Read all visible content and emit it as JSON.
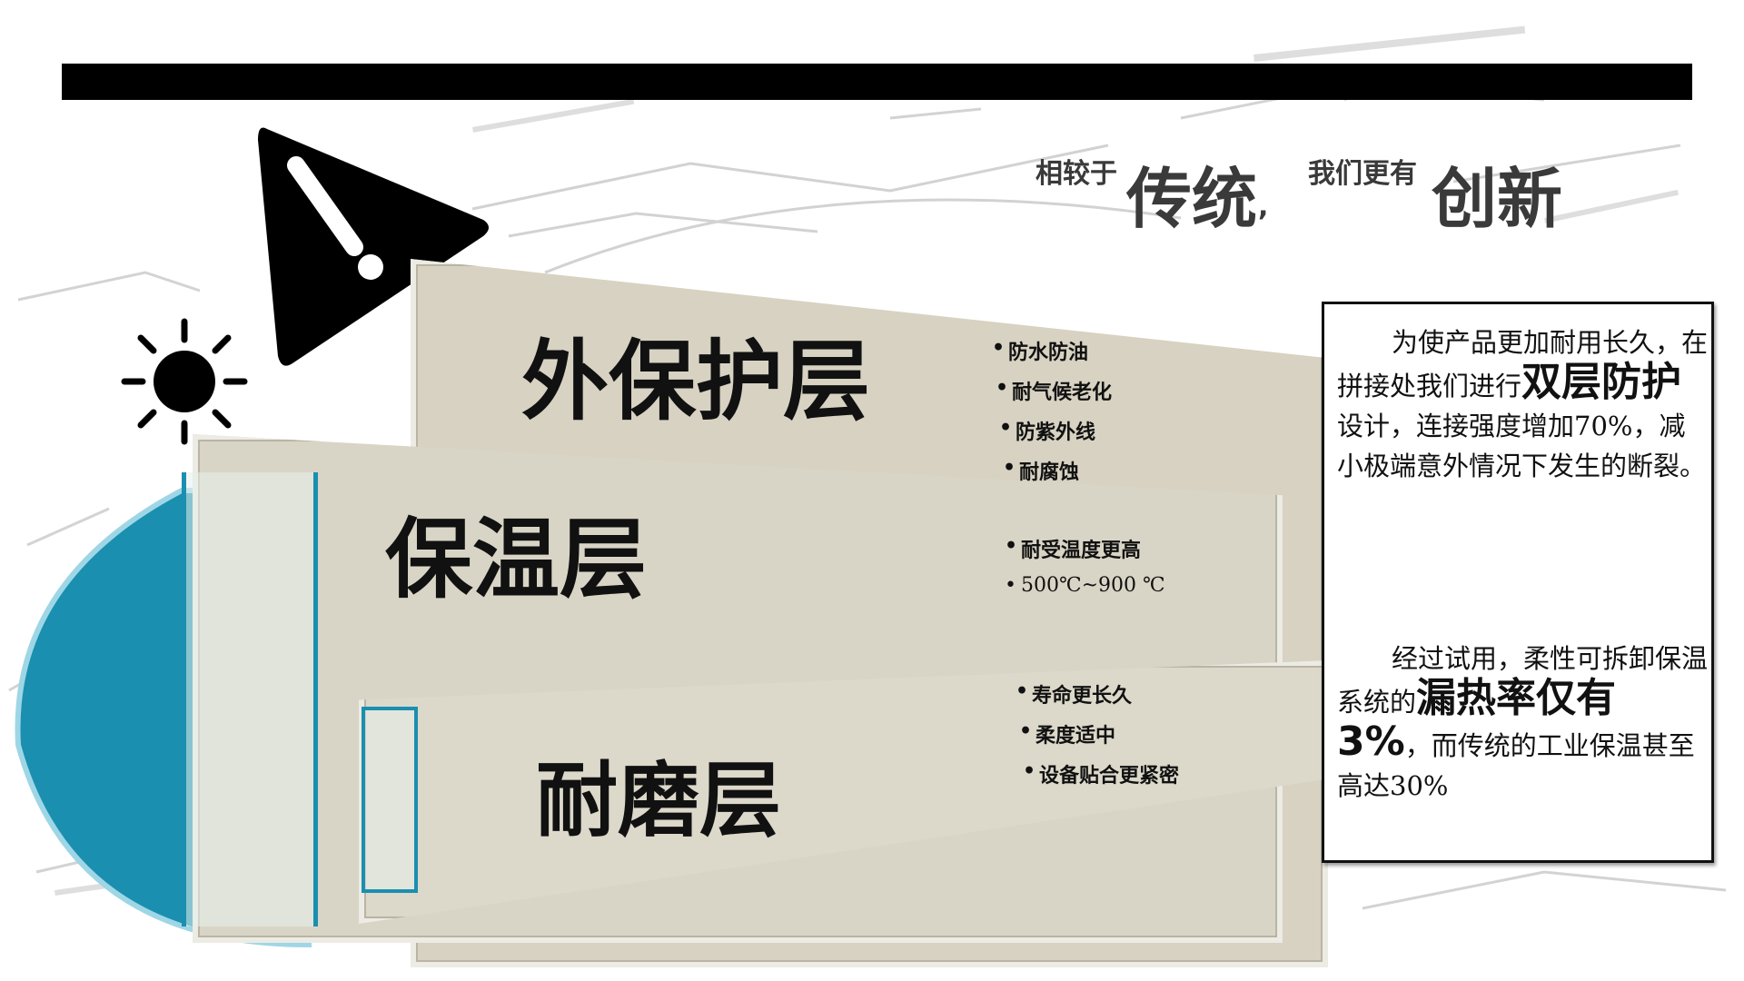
{
  "headline": {
    "prefix1": "相较于",
    "word1": "传统",
    "comma": ",",
    "prefix2": "我们更有",
    "word2": "创新"
  },
  "layers": [
    {
      "title": "外保护层",
      "bullets": [
        "防水防油",
        "耐气候老化",
        "防紫外线",
        "耐腐蚀"
      ]
    },
    {
      "title": "保温层",
      "bullets": [
        "耐受温度更高",
        "500℃~900 ℃"
      ]
    },
    {
      "title": "耐磨层",
      "bullets": [
        "寿命更长久",
        "柔度适中",
        "设备贴合更紧密"
      ]
    }
  ],
  "note": {
    "p1": {
      "text_a": "为使产品更加耐用长久，在拼接处我们进行",
      "em": "双层防护",
      "text_b": "设计，连接强度增加70%，减小极端意外情况下发生的断裂。"
    },
    "p2": {
      "text_a": "经过试用，柔性可拆卸保温系统的",
      "em": "漏热率仅有3%",
      "text_b": "，而传统的工业保温甚至高达30%"
    }
  },
  "colors": {
    "accent": "#1a8fb0",
    "panel": "#d7d2c2",
    "ink": "#111111",
    "bar": "#000000"
  },
  "icons": [
    "warning-icon",
    "sun-icon"
  ]
}
